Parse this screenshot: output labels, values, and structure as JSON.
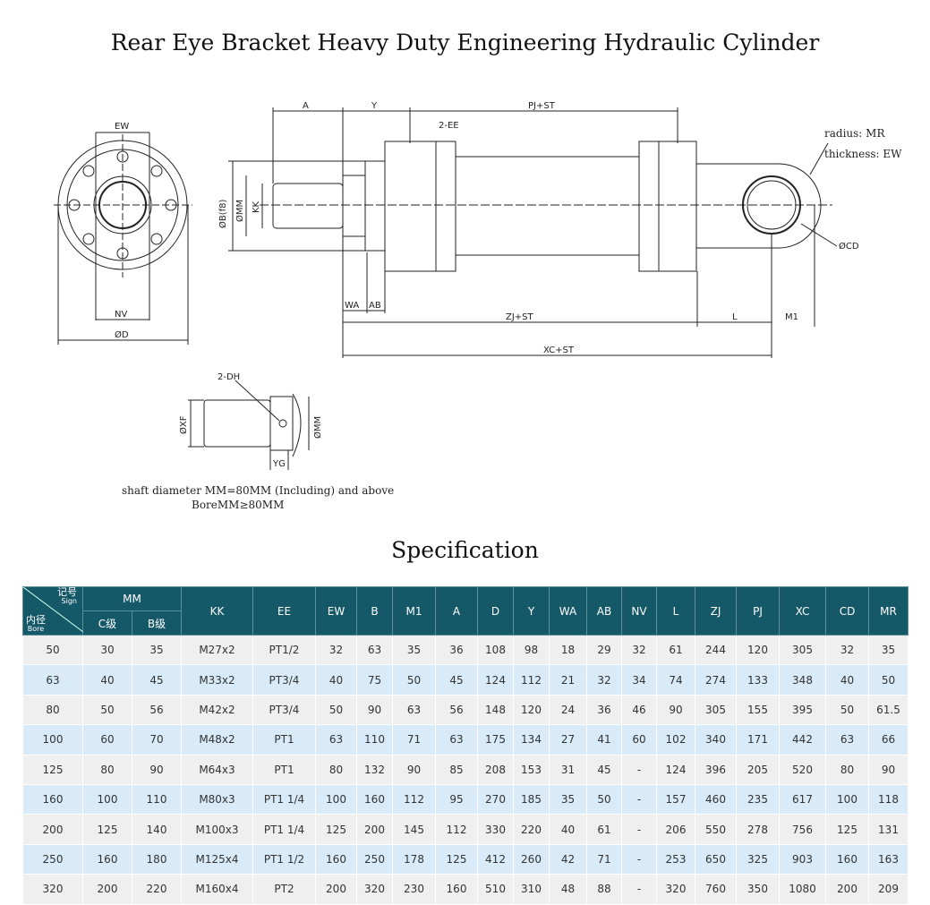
{
  "title": "Rear Eye Bracket Heavy Duty Engineering Hydraulic Cylinder",
  "spec_title": "Specification",
  "diagram": {
    "front_labels": {
      "ew": "EW",
      "nv": "NV",
      "d": "ØD"
    },
    "side_labels": {
      "a": "A",
      "y": "Y",
      "pj_st": "PJ+ST",
      "ee": "2-EE",
      "b": "ØB(f8)",
      "mm": "ØMM",
      "kk": "KK",
      "wa": "WA",
      "ab": "AB",
      "zj_st": "ZJ+ST",
      "l": "L",
      "m1": "M1",
      "xc_st": "XC+ST",
      "cd": "ØCD",
      "radius": "radius: MR",
      "thickness": "thickness: EW"
    },
    "detail_labels": {
      "dh": "2-DH",
      "xf": "ØXF",
      "mm": "ØMM",
      "yg": "YG"
    },
    "note_line1": "shaft diameter MM=80MM (Including) and above",
    "note_line2": "BoreMM≥80MM"
  },
  "table": {
    "corner": {
      "sign": "记号",
      "sign_en": "Sign",
      "bore": "内径",
      "bore_en": "Bore"
    },
    "mm_group": "MM",
    "mm_c": "C级",
    "mm_b": "B级",
    "headers": [
      "KK",
      "EE",
      "EW",
      "B",
      "M1",
      "A",
      "D",
      "Y",
      "WA",
      "AB",
      "NV",
      "L",
      "ZJ",
      "PJ",
      "XC",
      "CD",
      "MR"
    ],
    "rows": [
      [
        "50",
        "30",
        "35",
        "M27x2",
        "PT1/2",
        "32",
        "63",
        "35",
        "36",
        "108",
        "98",
        "18",
        "29",
        "32",
        "61",
        "244",
        "120",
        "305",
        "32",
        "35"
      ],
      [
        "63",
        "40",
        "45",
        "M33x2",
        "PT3/4",
        "40",
        "75",
        "50",
        "45",
        "124",
        "112",
        "21",
        "32",
        "34",
        "74",
        "274",
        "133",
        "348",
        "40",
        "50"
      ],
      [
        "80",
        "50",
        "56",
        "M42x2",
        "PT3/4",
        "50",
        "90",
        "63",
        "56",
        "148",
        "120",
        "24",
        "36",
        "46",
        "90",
        "305",
        "155",
        "395",
        "50",
        "61.5"
      ],
      [
        "100",
        "60",
        "70",
        "M48x2",
        "PT1",
        "63",
        "110",
        "71",
        "63",
        "175",
        "134",
        "27",
        "41",
        "60",
        "102",
        "340",
        "171",
        "442",
        "63",
        "66"
      ],
      [
        "125",
        "80",
        "90",
        "M64x3",
        "PT1",
        "80",
        "132",
        "90",
        "85",
        "208",
        "153",
        "31",
        "45",
        "-",
        "124",
        "396",
        "205",
        "520",
        "80",
        "90"
      ],
      [
        "160",
        "100",
        "110",
        "M80x3",
        "PT1 1/4",
        "100",
        "160",
        "112",
        "95",
        "270",
        "185",
        "35",
        "50",
        "-",
        "157",
        "460",
        "235",
        "617",
        "100",
        "118"
      ],
      [
        "200",
        "125",
        "140",
        "M100x3",
        "PT1 1/4",
        "125",
        "200",
        "145",
        "112",
        "330",
        "220",
        "40",
        "61",
        "-",
        "206",
        "550",
        "278",
        "756",
        "125",
        "131"
      ],
      [
        "250",
        "160",
        "180",
        "M125x4",
        "PT1 1/2",
        "160",
        "250",
        "178",
        "125",
        "412",
        "260",
        "42",
        "71",
        "-",
        "253",
        "650",
        "325",
        "903",
        "160",
        "163"
      ],
      [
        "320",
        "200",
        "220",
        "M160x4",
        "PT2",
        "200",
        "320",
        "230",
        "160",
        "510",
        "310",
        "48",
        "88",
        "-",
        "320",
        "760",
        "350",
        "1080",
        "200",
        "209"
      ]
    ]
  }
}
